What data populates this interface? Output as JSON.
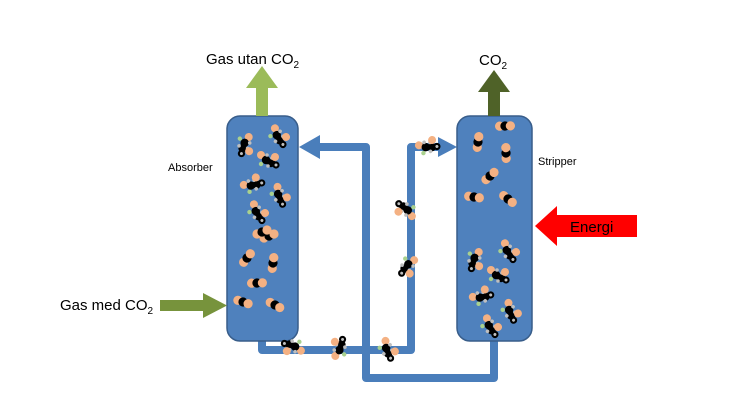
{
  "labels": {
    "gas_out": {
      "text": "Gas utan CO",
      "sub": "2"
    },
    "co2_out": {
      "text": "CO",
      "sub": "2"
    },
    "gas_in": {
      "text": "Gas med CO",
      "sub": "2"
    },
    "absorber": "Absorber",
    "stripper": "Stripper",
    "energy": "Energi"
  },
  "colors": {
    "vessel_fill": "#4f81bd",
    "vessel_stroke": "#385d8a",
    "pipe": "#4a7ebb",
    "gas_out_arrow": "#9bbb59",
    "co2_out_arrow": "#4f6228",
    "gas_in_arrow": "#77933c",
    "energy_arrow": "#ff0000",
    "atom_carbon": "#000000",
    "atom_oxygen": "#f4b183",
    "atom_nitrogen": "#a9d18e",
    "atom_hydrogen": "#bfbfbf"
  },
  "vessels": [
    {
      "id": "absorber",
      "name": "Absorber",
      "amine_molecules": 6,
      "co2_molecules": 7
    },
    {
      "id": "stripper",
      "name": "Stripper",
      "amine_molecules": 6,
      "co2_molecules": 6
    }
  ],
  "flows": [
    {
      "from": "absorber",
      "to": "stripper",
      "content": "amine + CO2",
      "molecules_on_pipe": 6
    },
    {
      "from": "stripper",
      "to": "absorber",
      "content": "lean amine",
      "molecules_on_pipe": 0
    }
  ]
}
